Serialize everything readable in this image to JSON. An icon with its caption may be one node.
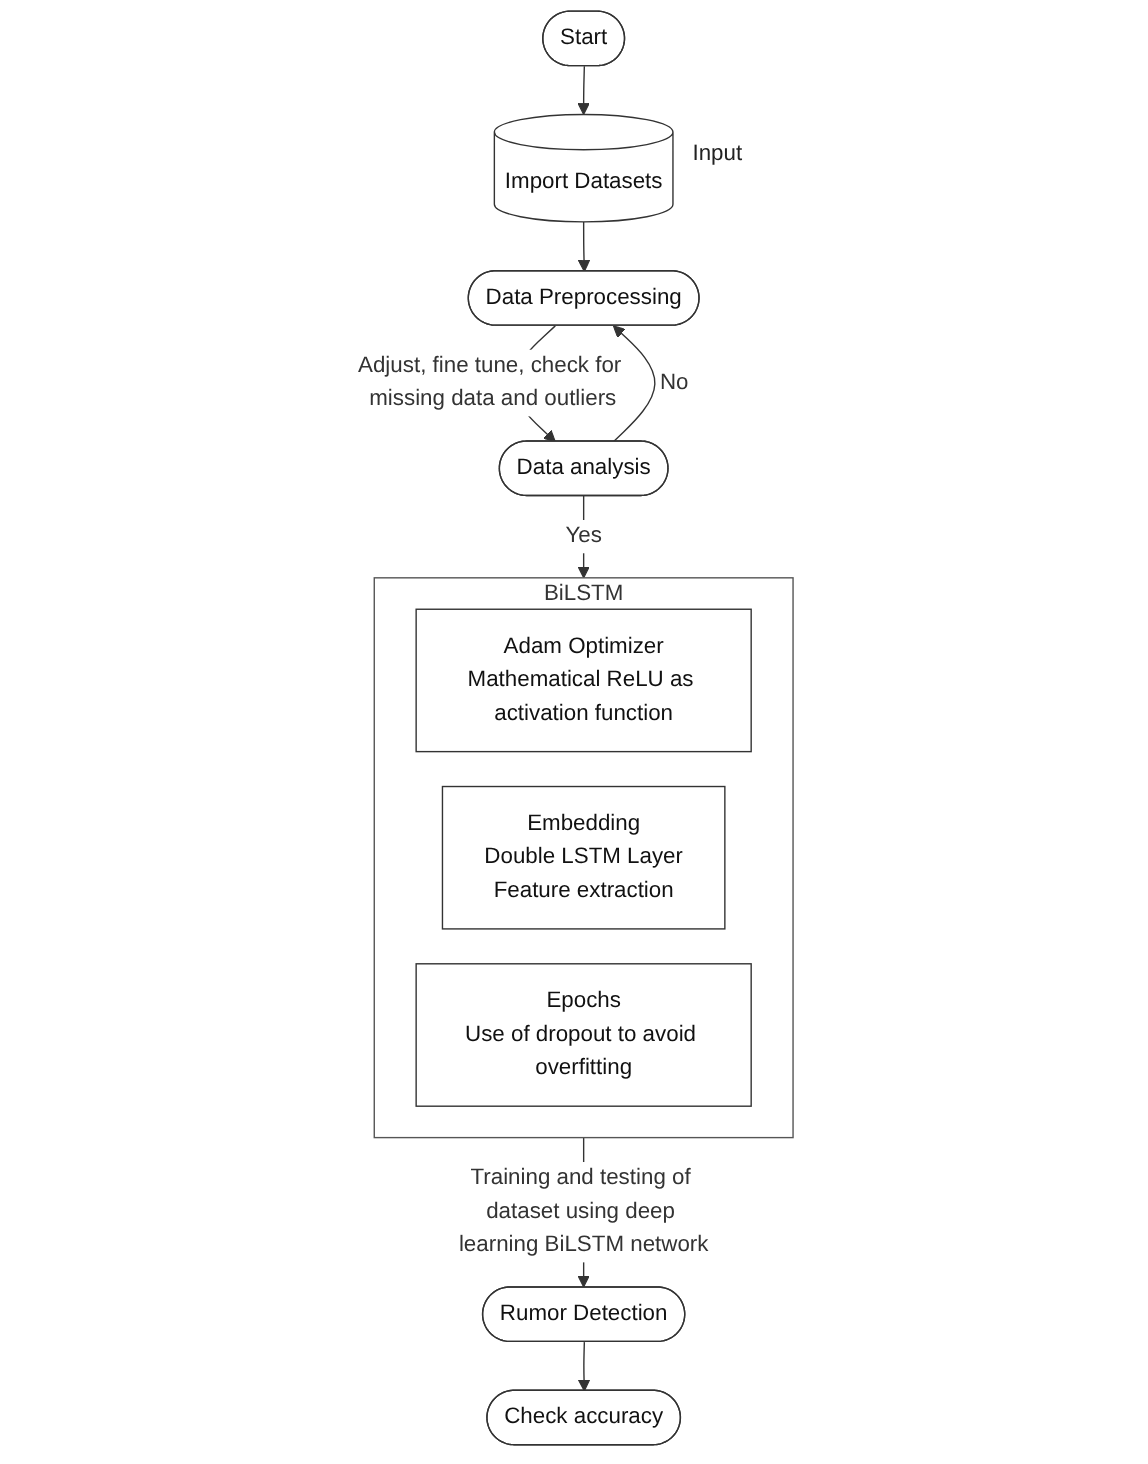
{
  "diagram": {
    "nodes": [
      {
        "text": [
          "Start"
        ]
      },
      {
        "text": [
          "Import Datasets"
        ],
        "beside": [
          "Input"
        ]
      },
      {
        "text": [
          "Data Preprocessing"
        ]
      },
      {
        "text": [
          "Data analysis"
        ]
      },
      {
        "text": [
          "BiLSTM"
        ]
      },
      {
        "text": [
          "Adam Optimizer",
          "Mathematical ReLU as activation function"
        ],
        "in": 4
      },
      {
        "text": [
          "Embedding",
          "Double LSTM Layer",
          "Feature extraction"
        ],
        "in": 4
      },
      {
        "text": [
          "Epochs",
          "Use of dropout to avoid overfitting"
        ],
        "in": 4
      },
      {
        "text": [
          "Rumor Detection"
        ]
      },
      {
        "text": [
          "Check accuracy"
        ]
      }
    ],
    "edges": [
      {
        "from": 0,
        "to": 1,
        "arrow": "to"
      },
      {
        "from": 1,
        "to": 2,
        "arrow": "to"
      },
      {
        "from": 2,
        "to": 3,
        "arrow": "to",
        "label": "Adjust, fine tune, check for missing data and outliers"
      },
      {
        "from": 3,
        "to": 2,
        "arrow": "to",
        "label": "No"
      },
      {
        "from": 3,
        "to": 4,
        "arrow": "to",
        "label": "Yes"
      },
      {
        "from": 4,
        "to": 8,
        "arrow": "to",
        "label": "Training and testing of dataset using deep learning BiLSTM network"
      },
      {
        "from": 8,
        "to": 9,
        "arrow": "to"
      }
    ]
  }
}
